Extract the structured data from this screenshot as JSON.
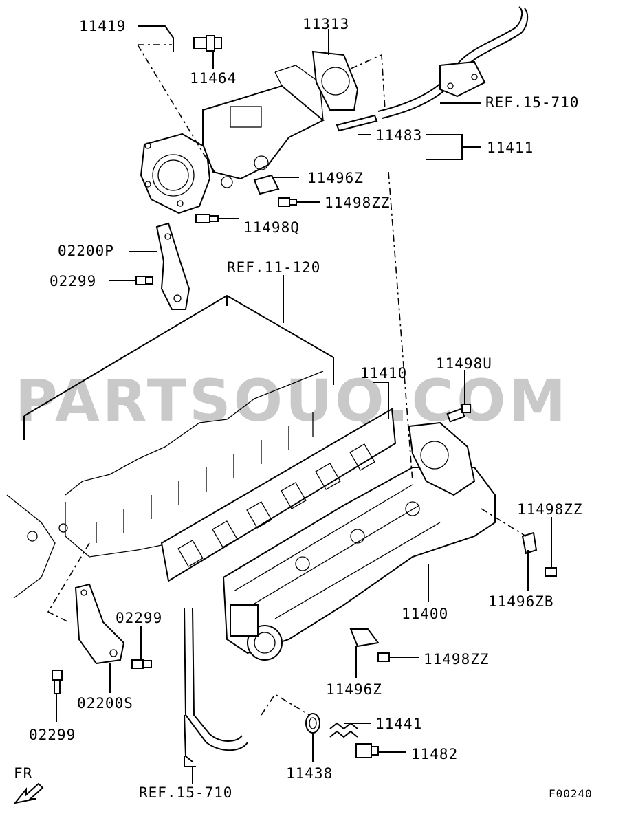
{
  "watermark": "PARTSOUQ.COM",
  "diagram_code": "F00240",
  "direction_label": "FR",
  "callouts": [
    {
      "id": "11419",
      "text": "11419"
    },
    {
      "id": "11313",
      "text": "11313"
    },
    {
      "id": "11464",
      "text": "11464"
    },
    {
      "id": "ref-15-710-top",
      "text": "REF.15-710"
    },
    {
      "id": "11483",
      "text": "11483"
    },
    {
      "id": "11411",
      "text": "11411"
    },
    {
      "id": "11496z-top",
      "text": "11496Z"
    },
    {
      "id": "11498zz-top",
      "text": "11498ZZ"
    },
    {
      "id": "11498q",
      "text": "11498Q"
    },
    {
      "id": "02200p",
      "text": "02200P"
    },
    {
      "id": "ref-11-120",
      "text": "REF.11-120"
    },
    {
      "id": "02299-top",
      "text": "02299"
    },
    {
      "id": "11410",
      "text": "11410"
    },
    {
      "id": "11498u",
      "text": "11498U"
    },
    {
      "id": "11498zz-right",
      "text": "11498ZZ"
    },
    {
      "id": "11400",
      "text": "11400"
    },
    {
      "id": "11496zb",
      "text": "11496ZB"
    },
    {
      "id": "02299-mid",
      "text": "02299"
    },
    {
      "id": "11498zz-bottom",
      "text": "11498ZZ"
    },
    {
      "id": "11496z-bottom",
      "text": "11496Z"
    },
    {
      "id": "02200s",
      "text": "02200S"
    },
    {
      "id": "02299-bottom",
      "text": "02299"
    },
    {
      "id": "11441",
      "text": "11441"
    },
    {
      "id": "11482",
      "text": "11482"
    },
    {
      "id": "11438",
      "text": "11438"
    },
    {
      "id": "ref-15-710-bottom",
      "text": "REF.15-710"
    }
  ]
}
